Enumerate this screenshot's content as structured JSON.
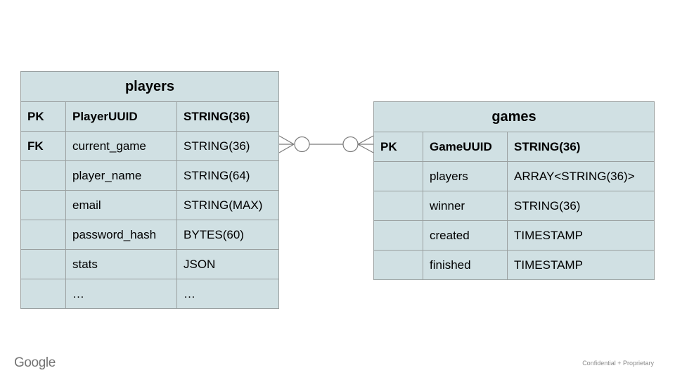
{
  "colors": {
    "table_fill": "#d0e0e3",
    "table_border": "#9aa0a0",
    "connector_stroke": "#7b7b7b",
    "circle_fill": "#ffffff",
    "text": "#000000",
    "google_logo_gray": "#747474",
    "footer_note_gray": "#8a8a8a"
  },
  "tables": {
    "players": {
      "title": "players",
      "rows": [
        {
          "key": "PK",
          "name": "PlayerUUID",
          "type": "STRING(36)",
          "pk": true
        },
        {
          "key": "FK",
          "name": "current_game",
          "type": "STRING(36)"
        },
        {
          "key": "",
          "name": "player_name",
          "type": "STRING(64)"
        },
        {
          "key": "",
          "name": "email",
          "type": "STRING(MAX)"
        },
        {
          "key": "",
          "name": "password_hash",
          "type": "BYTES(60)"
        },
        {
          "key": "",
          "name": "stats",
          "type": "JSON"
        },
        {
          "key": "",
          "name": "…",
          "type": "…"
        }
      ]
    },
    "games": {
      "title": "games",
      "rows": [
        {
          "key": "PK",
          "name": "GameUUID",
          "type": "STRING(36)",
          "pk": true
        },
        {
          "key": "",
          "name": "players",
          "type": "ARRAY<STRING(36)>"
        },
        {
          "key": "",
          "name": "winner",
          "type": "STRING(36)"
        },
        {
          "key": "",
          "name": "created",
          "type": "TIMESTAMP"
        },
        {
          "key": "",
          "name": "finished",
          "type": "TIMESTAMP"
        }
      ]
    }
  },
  "relationship": {
    "left_symbol": "zero-or-many (crow's foot + circle)",
    "right_symbol": "zero-or-many (circle + crow's foot)"
  },
  "footer": {
    "logo_text": "Google",
    "note": "Confidential + Proprietary"
  }
}
